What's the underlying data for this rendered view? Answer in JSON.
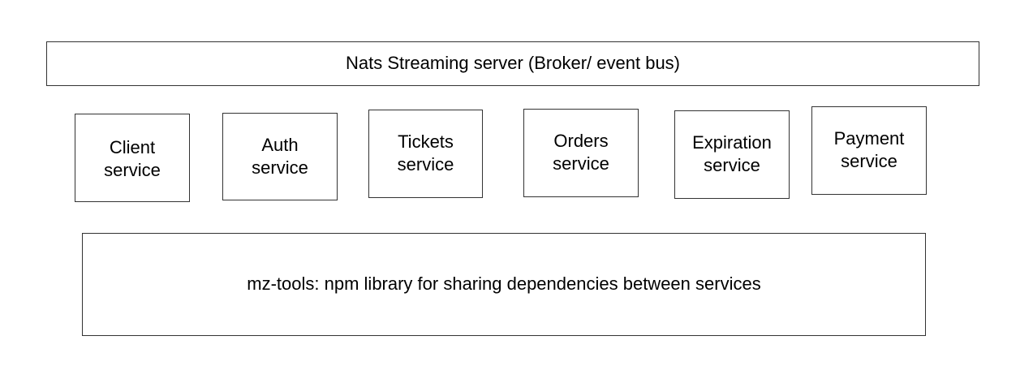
{
  "broker": {
    "label": "Nats Streaming server (Broker/ event bus)"
  },
  "services": [
    {
      "line1": "Client",
      "line2": "service"
    },
    {
      "line1": "Auth",
      "line2": "service"
    },
    {
      "line1": "Tickets",
      "line2": "service"
    },
    {
      "line1": "Orders",
      "line2": "service"
    },
    {
      "line1": "Expiration",
      "line2": "service"
    },
    {
      "line1": "Payment",
      "line2": "service"
    }
  ],
  "library": {
    "label": "mz-tools: npm library for sharing dependencies between services"
  }
}
